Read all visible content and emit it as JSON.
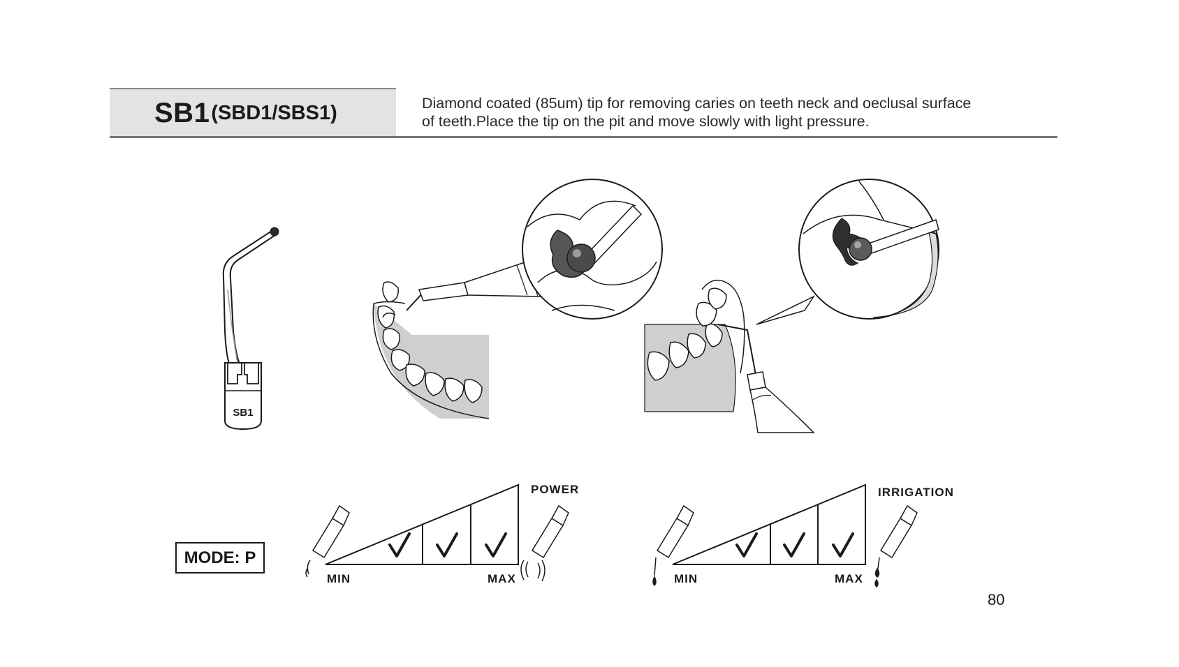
{
  "header": {
    "title": "SB1",
    "title_variants": "(SBD1/SBS1)",
    "description_lines": [
      "Diamond coated (85um) tip for removing caries on teeth neck and oeclusal surface",
      "of teeth.Place the tip on the pit and move slowly with light pressure."
    ]
  },
  "tip": {
    "label": "SB1"
  },
  "mode": {
    "label": "MODE: P"
  },
  "power_scale": {
    "label": "POWER",
    "min_label": "MIN",
    "max_label": "MAX",
    "segments_checked": [
      false,
      true,
      true,
      true
    ]
  },
  "irrigation_scale": {
    "label": "IRRIGATION",
    "min_label": "MIN",
    "max_label": "MAX",
    "segments_checked": [
      false,
      true,
      true,
      true
    ]
  },
  "page_number": "80"
}
